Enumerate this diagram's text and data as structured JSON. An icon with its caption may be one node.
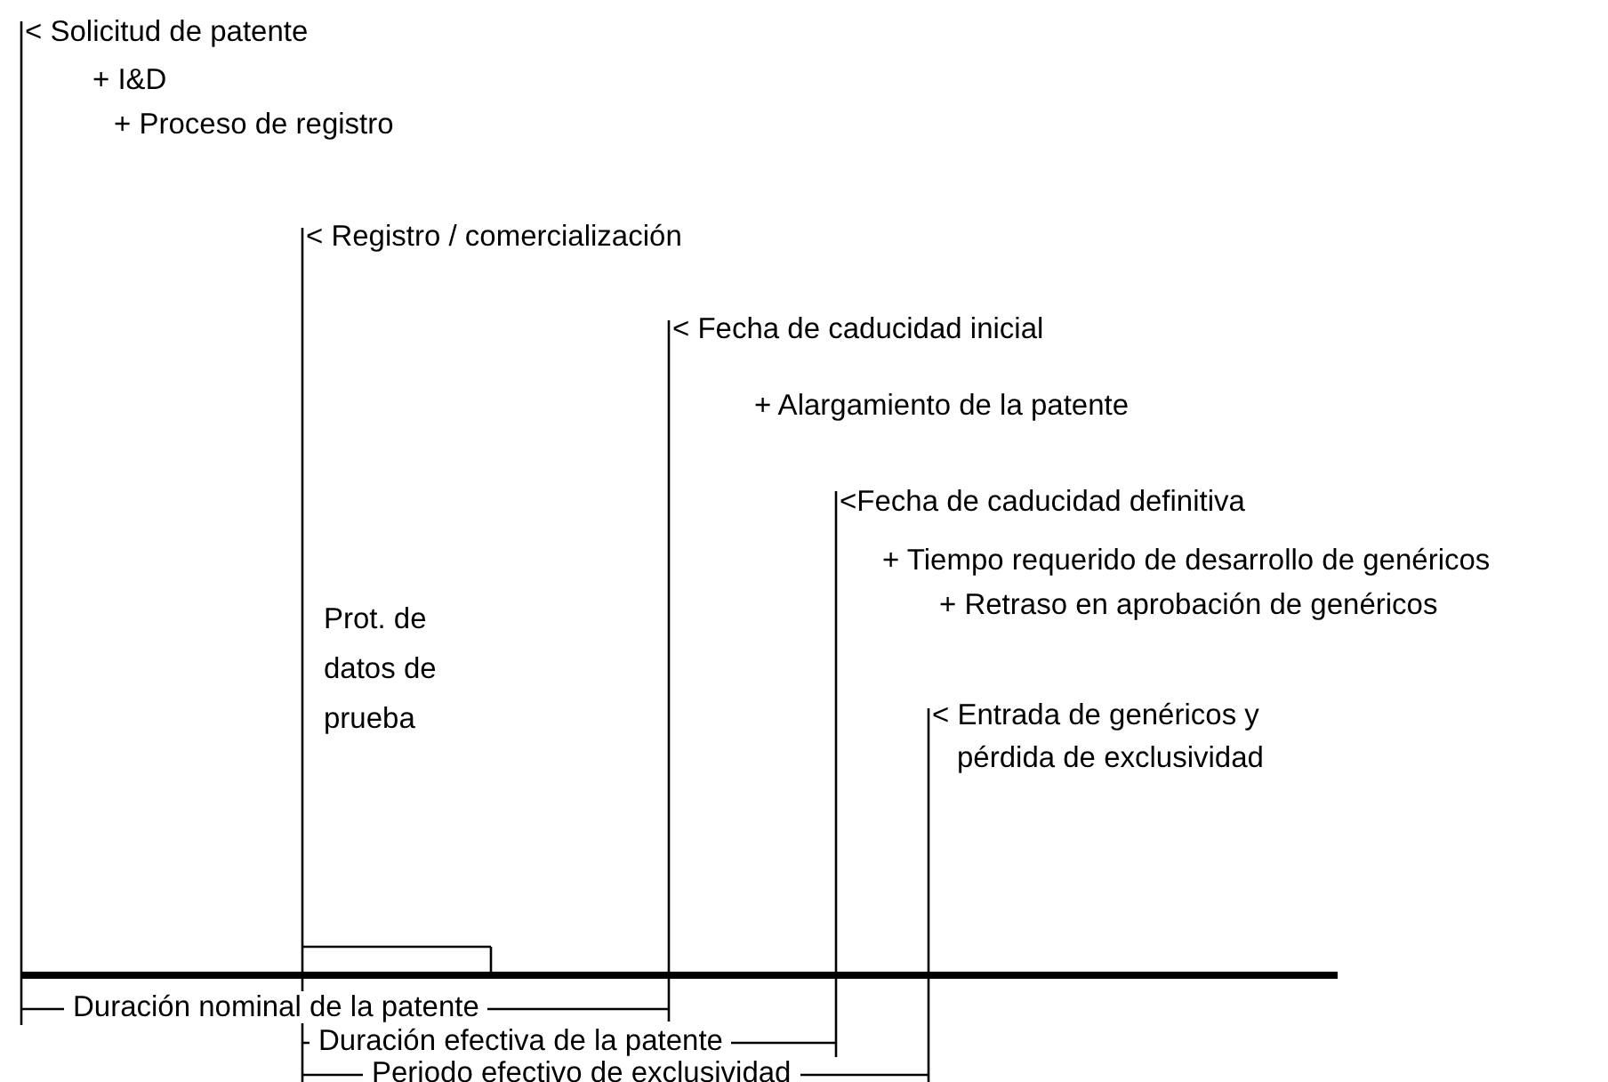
{
  "diagram": {
    "labels": [
      "< Solicitud de patente",
      "+ I&D",
      "+ Proceso de registro",
      "< Registro / comercialización",
      "< Fecha de caducidad inicial",
      "+ Alargamiento de la patente",
      "<Fecha de caducidad definitiva",
      "+ Tiempo requerido de desarrollo de genéricos",
      "+ Retraso en aprobación de genéricos",
      "Prot. de datos de prueba",
      "< Entrada de genéricos y pérdida de exclusividad",
      "Duración nominal de la patente",
      "Duración efectiva de la patente",
      "Periodo efectivo de exclusividad"
    ]
  }
}
